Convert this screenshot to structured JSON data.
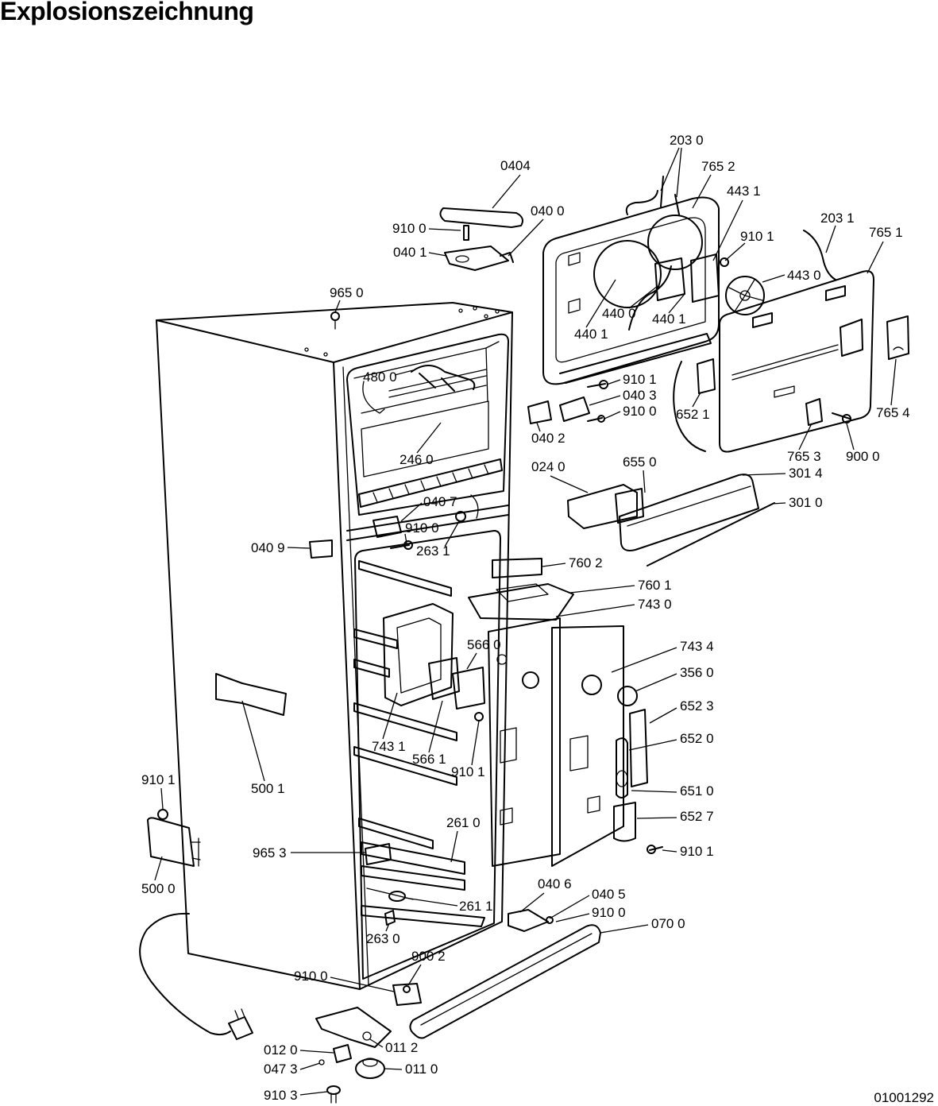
{
  "title": "Explosionszeichnung",
  "drawing_number": "01001292",
  "part_labels": [
    "203 0",
    "765 2",
    "0404",
    "443 1",
    "040 0",
    "203 1",
    "765 1",
    "910 0",
    "910 1",
    "040 1",
    "443 0",
    "965 0",
    "440 0",
    "440 1",
    "440 1",
    "480 0",
    "910 1",
    "040 3",
    "910 0",
    "652 1",
    "765 4",
    "040 2",
    "765 3",
    "900 0",
    "246 0",
    "024 0",
    "655 0",
    "301 4",
    "040 7",
    "301 0",
    "910 0",
    "263 1",
    "040 9",
    "760 2",
    "760 1",
    "743 0",
    "566 0",
    "743 4",
    "356 0",
    "652 3",
    "743 1",
    "652 0",
    "566 1",
    "910 1",
    "910 1",
    "500 1",
    "651 0",
    "652 7",
    "261 0",
    "965 3",
    "910 1",
    "500 0",
    "040 6",
    "261 1",
    "040 5",
    "910 0",
    "070 0",
    "263 0",
    "900 2",
    "910 0",
    "011 2",
    "012 0",
    "047 3",
    "011 0",
    "910 3"
  ]
}
